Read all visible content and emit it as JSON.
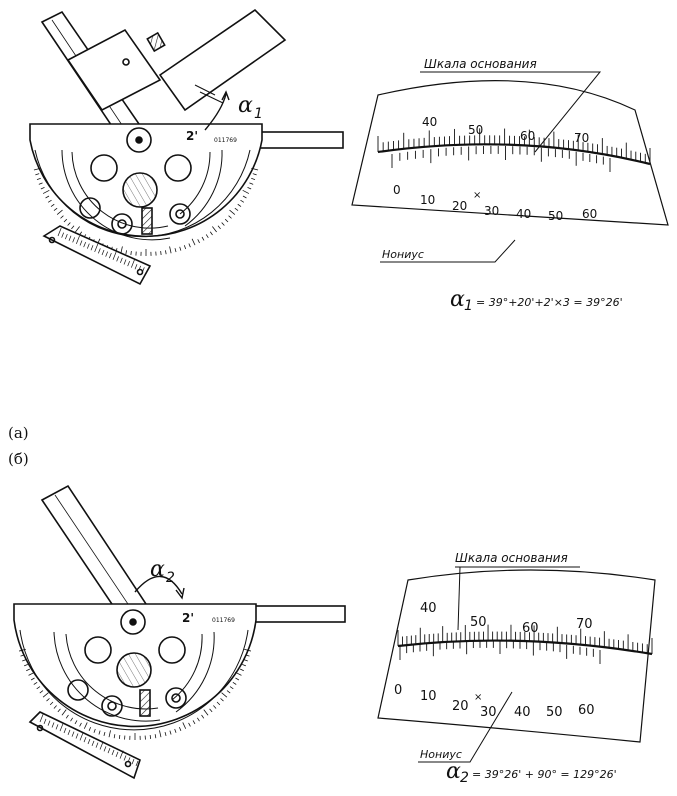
{
  "panels": {
    "a": {
      "label": "(а)",
      "angle_symbol": "α",
      "angle_index": "1",
      "base_scale_label": "Шкала основания",
      "vernier_label": "Нониус",
      "device_marking": "2'",
      "device_serial": "011769",
      "base_scale_numbers": [
        "40",
        "50",
        "60",
        "70"
      ],
      "vernier_numbers": [
        "0",
        "10",
        "20",
        "30",
        "40",
        "50",
        "60"
      ],
      "vernier_mark": "×",
      "formula_rhs": "= 39°+20'+2'×3 = 39°26'"
    },
    "b": {
      "label": "(б)",
      "angle_symbol": "α",
      "angle_index": "2",
      "base_scale_label": "Шкала основания",
      "vernier_label": "Нониус",
      "device_marking": "2'",
      "device_serial": "011769",
      "base_scale_numbers": [
        "40",
        "50",
        "60",
        "70"
      ],
      "vernier_numbers": [
        "0",
        "10",
        "20",
        "30",
        "40",
        "50",
        "60"
      ],
      "vernier_mark": "×",
      "formula_rhs": "= 39°26' + 90° = 129°26'"
    }
  },
  "colors": {
    "ink": "#111111",
    "paper": "#ffffff",
    "hatch": "#222222"
  }
}
